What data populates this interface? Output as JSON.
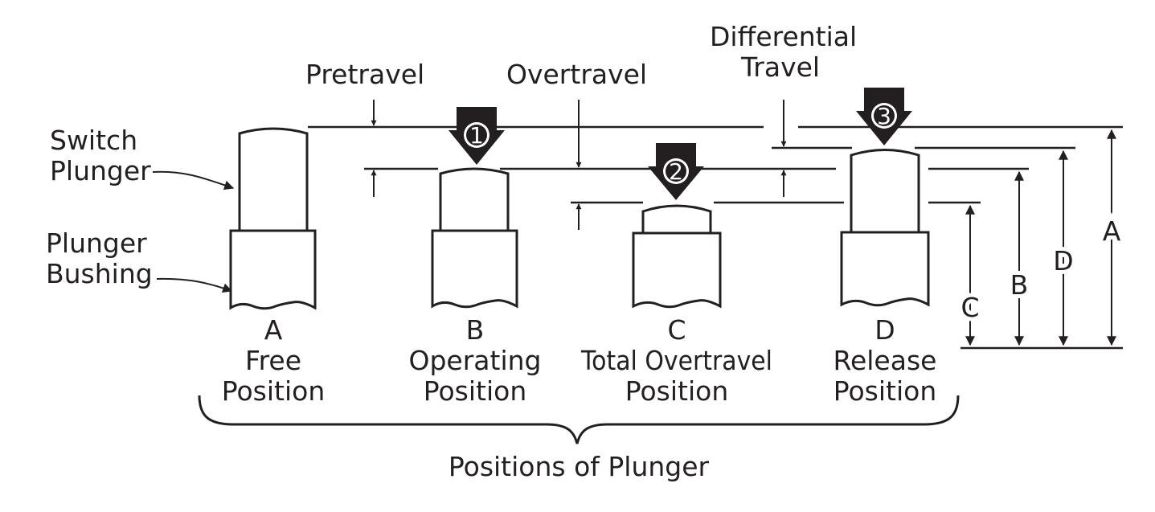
{
  "labels": {
    "switch_plunger": [
      "Switch",
      "Plunger"
    ],
    "plunger_bushing": [
      "Plunger",
      "Bushing"
    ],
    "pretravel": "Pretravel",
    "overtravel": "Overtravel",
    "differential_travel": [
      "Differential",
      "Travel"
    ],
    "positions_of_plunger": "Positions of Plunger"
  },
  "positions": [
    {
      "letter": "A",
      "lines": [
        "Free",
        "Position"
      ]
    },
    {
      "letter": "B",
      "lines": [
        "Operating",
        "Position"
      ]
    },
    {
      "letter": "C",
      "lines": [
        "Total Overtravel",
        "Position"
      ]
    },
    {
      "letter": "D",
      "lines": [
        "Release",
        "Position"
      ]
    }
  ],
  "force_markers": [
    "1",
    "2",
    "3"
  ],
  "dimensions": [
    "A",
    "B",
    "C",
    "D"
  ],
  "colors": {
    "ink": "#231f20",
    "background": "#ffffff"
  }
}
